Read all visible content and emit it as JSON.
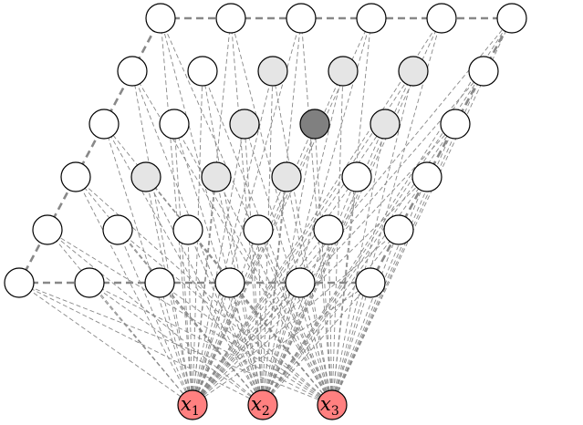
{
  "inputs": [
    {
      "label": "x",
      "subscript": "1"
    },
    {
      "label": "x",
      "subscript": "2"
    },
    {
      "label": "x",
      "subscript": "3"
    }
  ],
  "grid": {
    "rows": 6,
    "cols": 6,
    "highlight": {
      "row": 3,
      "col": 3,
      "color": "#808080"
    },
    "neighbors": [
      [
        4,
        2
      ],
      [
        4,
        3
      ],
      [
        4,
        4
      ],
      [
        3,
        2
      ],
      [
        3,
        4
      ],
      [
        2,
        1
      ],
      [
        2,
        2
      ],
      [
        2,
        3
      ]
    ]
  },
  "colors": {
    "node_fill": "#ffffff",
    "neighbor_fill": "#e5e5e5",
    "input_fill": "#ff8080",
    "edge": "#888888"
  }
}
